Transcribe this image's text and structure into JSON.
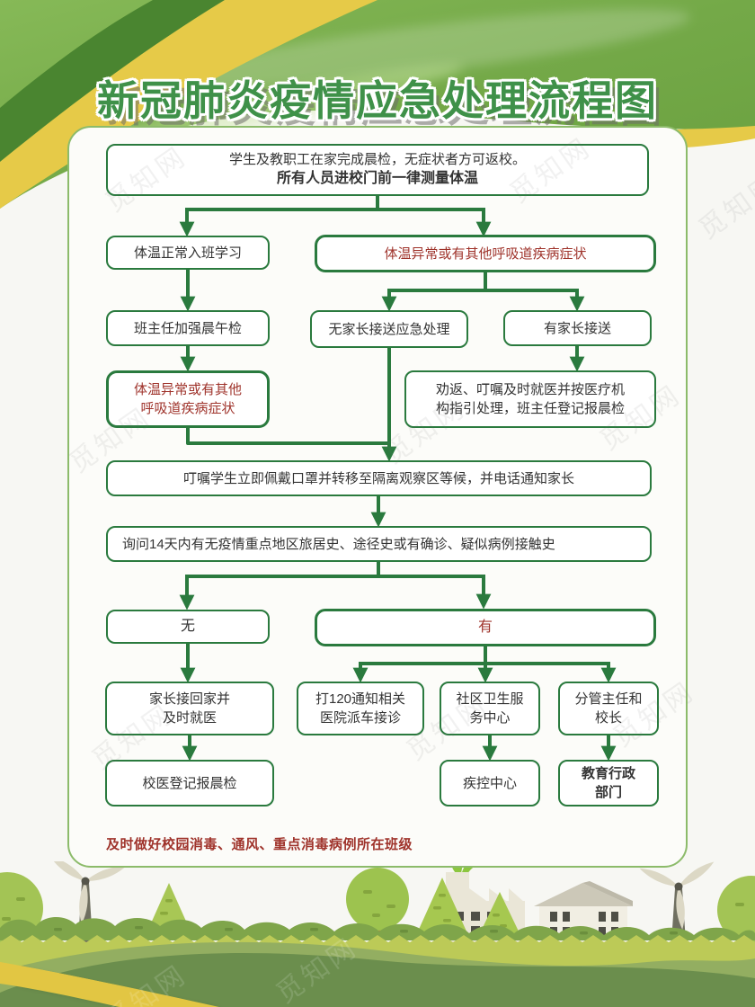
{
  "title": "新冠肺炎疫情应急处理流程图",
  "watermark": "觅知网",
  "colors": {
    "box_green": "#2a7a3e",
    "title_green": "#3f9149",
    "alert_red": "#9f332b",
    "panel_border": "#8cbb6a",
    "banner_yellow": "#e6ca48"
  },
  "flow": {
    "start_line1": "学生及教职工在家完成晨检，无症状者方可返校。",
    "start_line2": "所有人员进校门前一律测量体温",
    "temp_normal": "体温正常入班学习",
    "temp_abnormal": "体温异常或有其他呼吸道疾病症状",
    "teacher_check": "班主任加强晨午检",
    "no_parent_pickup": "无家长接送应急处理",
    "parent_pickup": "有家长接送",
    "abnormal_again_line1": "体温异常或有其他",
    "abnormal_again_line2": "呼吸道疾病症状",
    "persuade_line1": "劝返、叮嘱及时就医并按医疗机",
    "persuade_line2": "构指引处理，班主任登记报晨检",
    "mask_isolate": "叮嘱学生立即佩戴口罩并转移至隔离观察区等候，并电话通知家长",
    "ask_history": "询问14天内有无疫情重点地区旅居史、途径史或有确诊、疑似病例接触史",
    "no": "无",
    "yes": "有",
    "family_line1": "家长接回家并",
    "family_line2": "及时就医",
    "call120_line1": "打120通知相关",
    "call120_line2": "医院派车接诊",
    "community_line1": "社区卫生服",
    "community_line2": "务中心",
    "director_line1": "分管主任和",
    "director_line2": "校长",
    "school_doctor": "校医登记报晨检",
    "cdc": "疾控中心",
    "edu_line1": "教育行政",
    "edu_line2": "部门",
    "note": "及时做好校园消毒、通风、重点消毒病例所在班级"
  }
}
